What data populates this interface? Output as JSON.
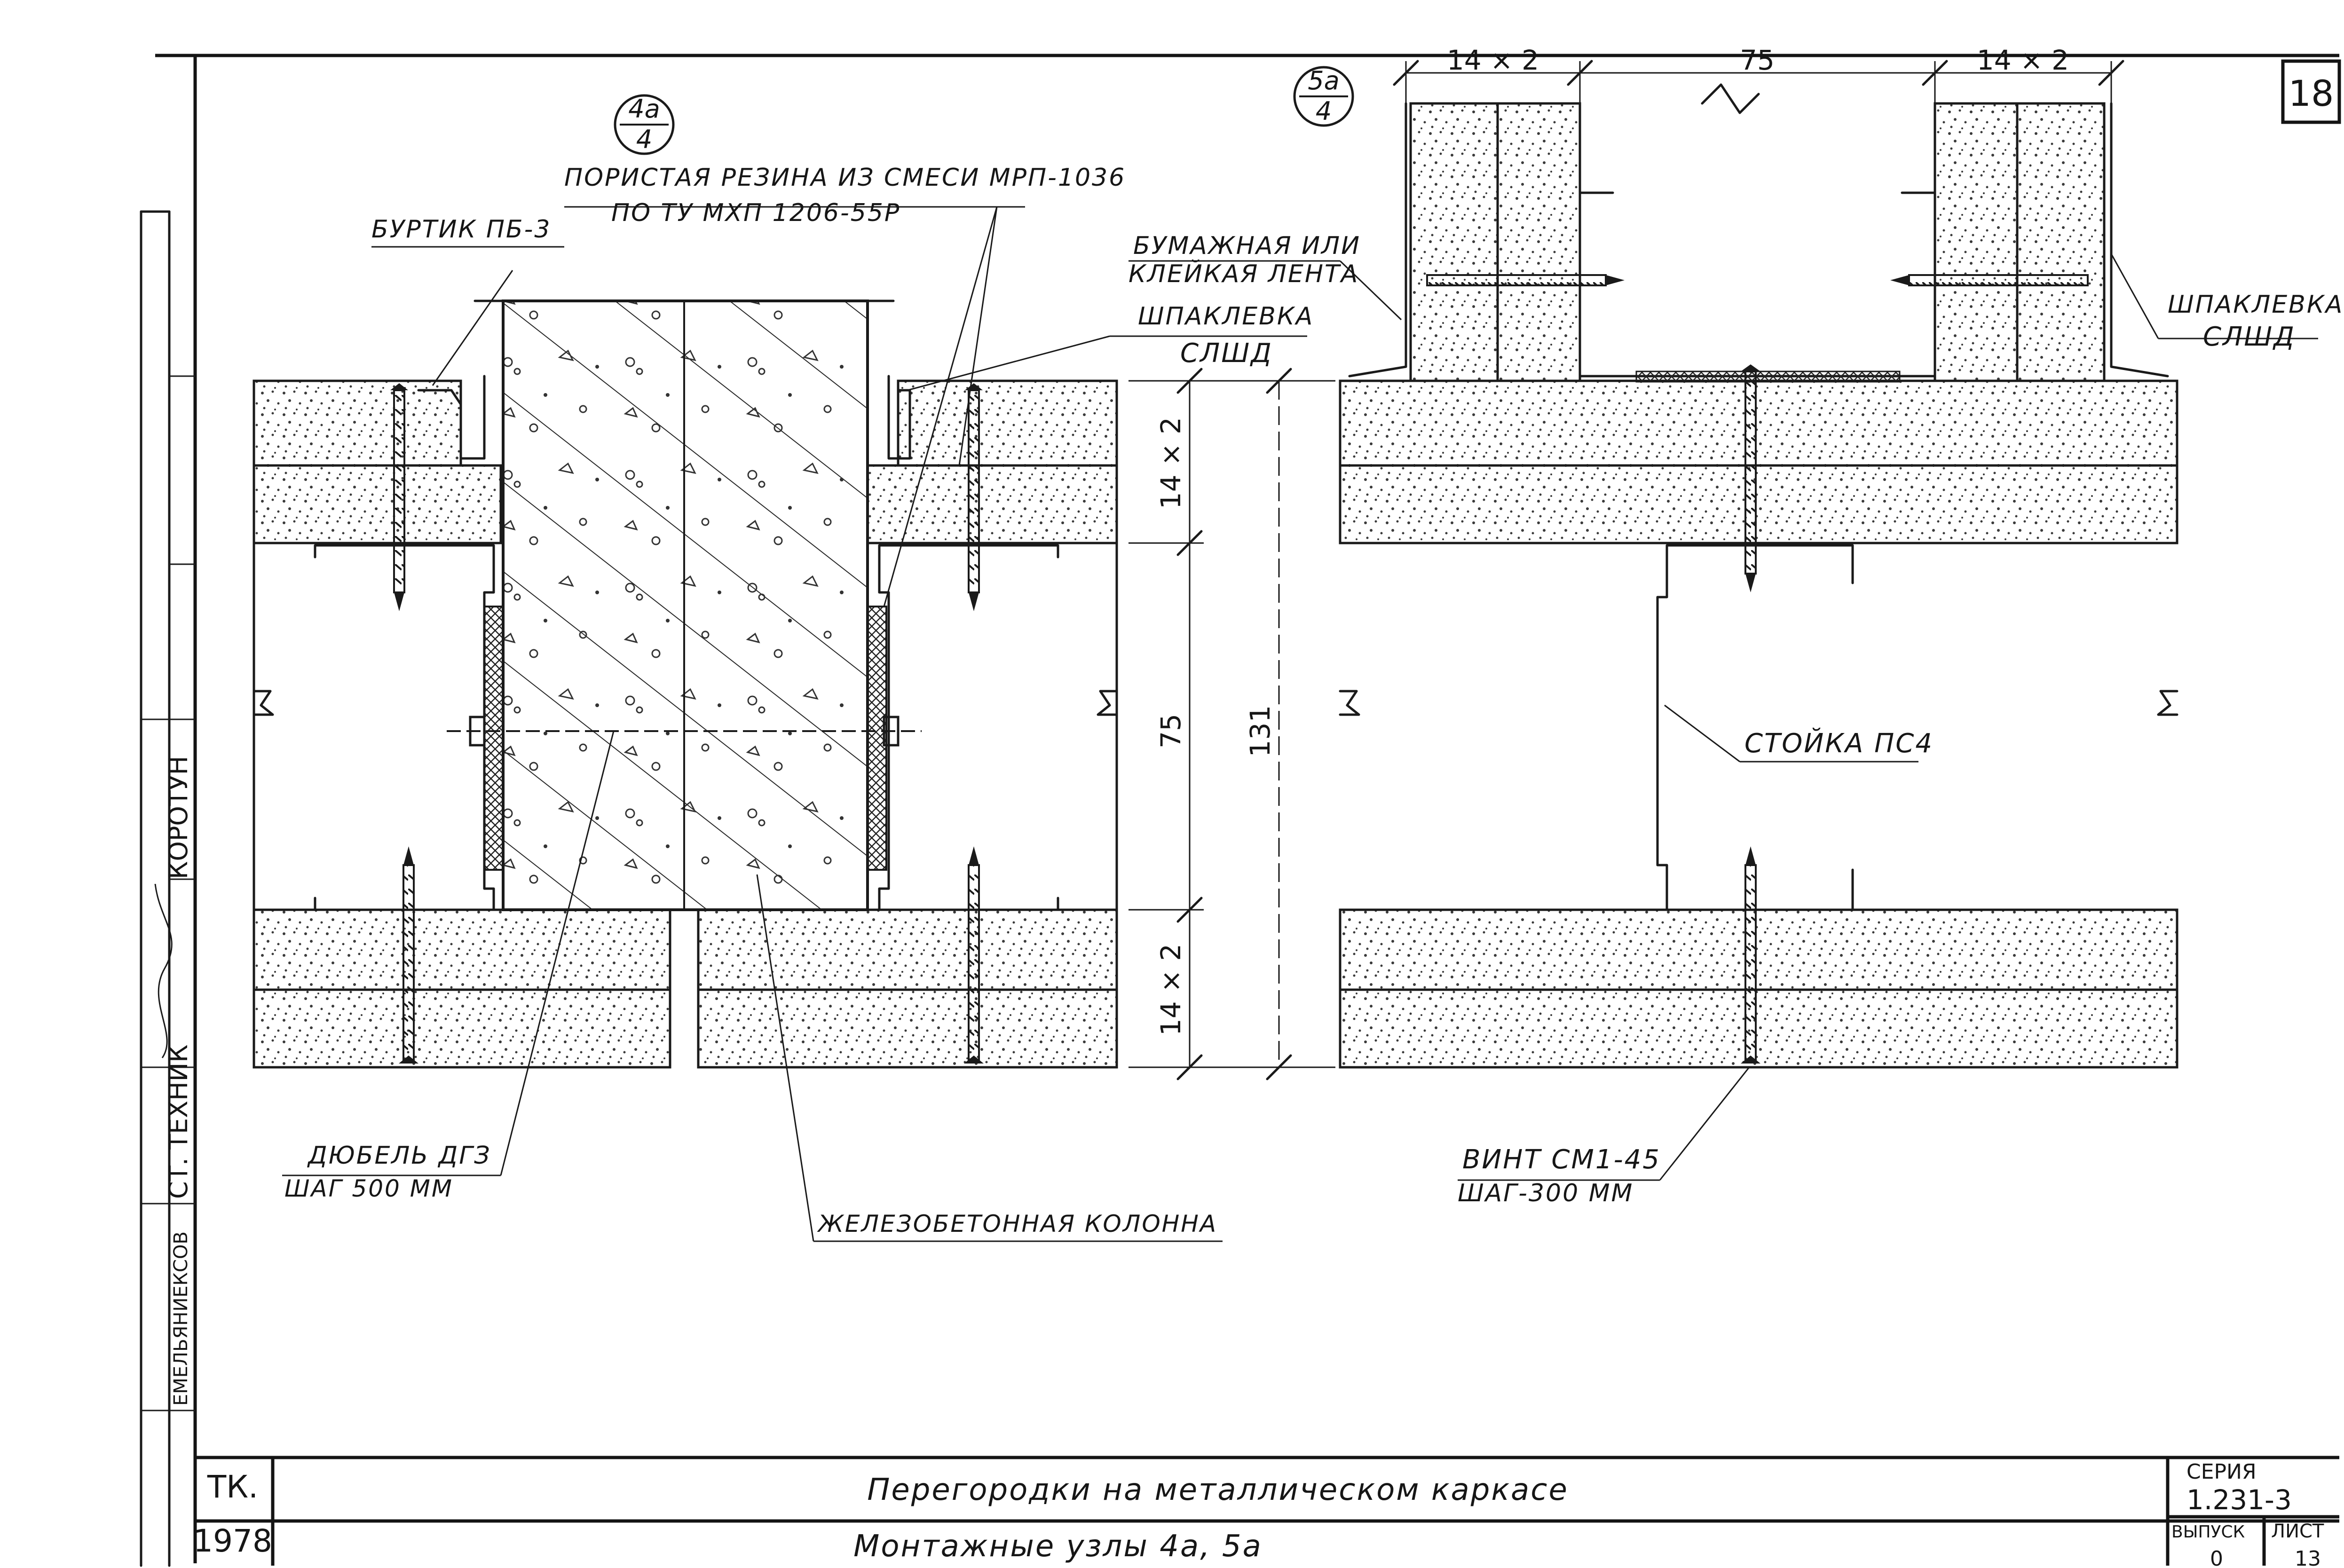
{
  "sheet": {
    "number": "18"
  },
  "callouts": {
    "left": {
      "top": "4a",
      "bottom": "4"
    },
    "right": {
      "top": "5a",
      "bottom": "4"
    }
  },
  "labels": {
    "rubber_line1": "ПОРИСТАЯ РЕЗИНА ИЗ СМЕСИ МРП-1036",
    "rubber_line2": "ПО ТУ МХП 1206-55Р",
    "burtik": "БУРТИК ПБ-3",
    "putty_left_line1": "ШПАКЛЕВКА",
    "putty_left_line2": "СЛШД",
    "paper_tape_line1": "БУМАЖНАЯ ИЛИ",
    "paper_tape_line2": "КЛЕЙКАЯ ЛЕНТА",
    "putty_right_line1": "ШПАКЛЕВКА",
    "putty_right_line2": "СЛШД",
    "stud": "СТОЙКА ПС4",
    "dowel_line1": "ДЮБЕЛЬ ДГЗ",
    "dowel_line2": "ШАГ 500 ММ",
    "column": "ЖЕЛЕЗОБЕТОННАЯ КОЛОННА",
    "screw_line1": "ВИНТ СМ1-45",
    "screw_line2": "ШАГ-300 ММ"
  },
  "dimensions": {
    "top_left": "14 × 2",
    "top_mid": "75",
    "top_right": "14 × 2",
    "v_top": "14 × 2",
    "v_mid": "75",
    "v_bottom": "14 × 2",
    "v_total": "131"
  },
  "margin_stamp": {
    "surname": "КОРОТУН",
    "role": "СТ. ТЕХНИК",
    "other": "ЕМЕЛЬЯНИЕКСОВ"
  },
  "title_block": {
    "org": "ТК.",
    "year": "1978",
    "title": "Перегородки на металлическом каркасе",
    "subtitle": "Монтажные узлы 4а, 5а",
    "series_label": "СЕРИЯ",
    "series_value": "1.231-3",
    "issue_label": "ВЫПУСК",
    "issue_value": "0",
    "sheet_label": "ЛИСТ",
    "sheet_value": "13"
  },
  "colors": {
    "ink": "#1a1a1a",
    "paper": "#ffffff"
  }
}
